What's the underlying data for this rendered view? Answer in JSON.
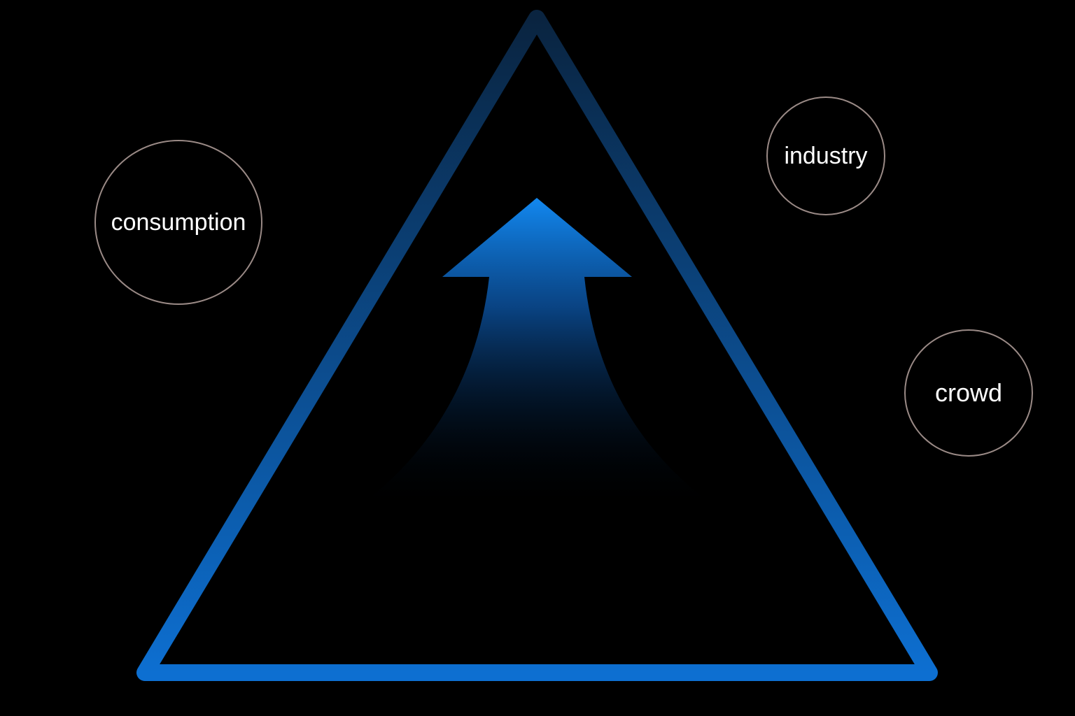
{
  "diagram": {
    "nodes": [
      {
        "id": "consumption",
        "label": "consumption"
      },
      {
        "id": "industry",
        "label": "industry"
      },
      {
        "id": "crowd",
        "label": "crowd"
      }
    ]
  },
  "colors": {
    "background": "#000000",
    "triangle_top": "#0a2440",
    "triangle_bottom": "#0d6fd1",
    "arrow_top": "#1288f0",
    "arrow_bottom": "#000000",
    "bubble_border": "#9a8a86",
    "label": "#ffffff"
  }
}
